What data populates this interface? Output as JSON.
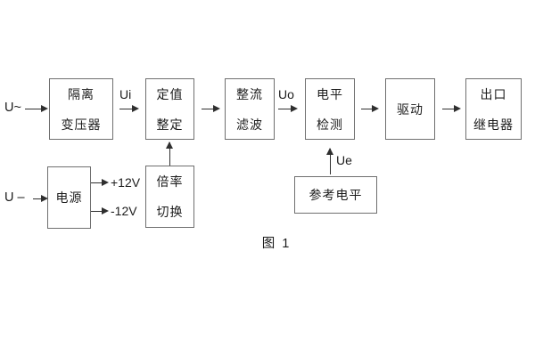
{
  "figure": {
    "caption": "图 1",
    "inputs": {
      "ac_label": "U~",
      "dc_label": "U –"
    },
    "signal_labels": {
      "ui": "Ui",
      "uo": "Uo",
      "ue": "Ue"
    },
    "power_rails": {
      "positive": "+12V",
      "negative": "-12V"
    },
    "blocks": {
      "isolation_transformer": {
        "line1": "隔离",
        "line2": "变压器"
      },
      "value_setting": {
        "line1": "定值",
        "line2": "整定"
      },
      "rectifier_filter": {
        "line1": "整流",
        "line2": "滤波"
      },
      "level_detection": {
        "line1": "电平",
        "line2": "检测"
      },
      "drive": {
        "label": "驱动"
      },
      "output_relay": {
        "line1": "出口",
        "line2": "继电器"
      },
      "power_supply": {
        "label": "电源"
      },
      "multiplier_switch": {
        "line1": "倍率",
        "line2": "切换"
      },
      "reference_level": {
        "label": "参考电平"
      }
    },
    "colors": {
      "border_gray": "#6f6f6f",
      "line_dark": "#2f2f2f",
      "text_dark": "#1c1c1c",
      "bg": "#ffffff"
    }
  }
}
